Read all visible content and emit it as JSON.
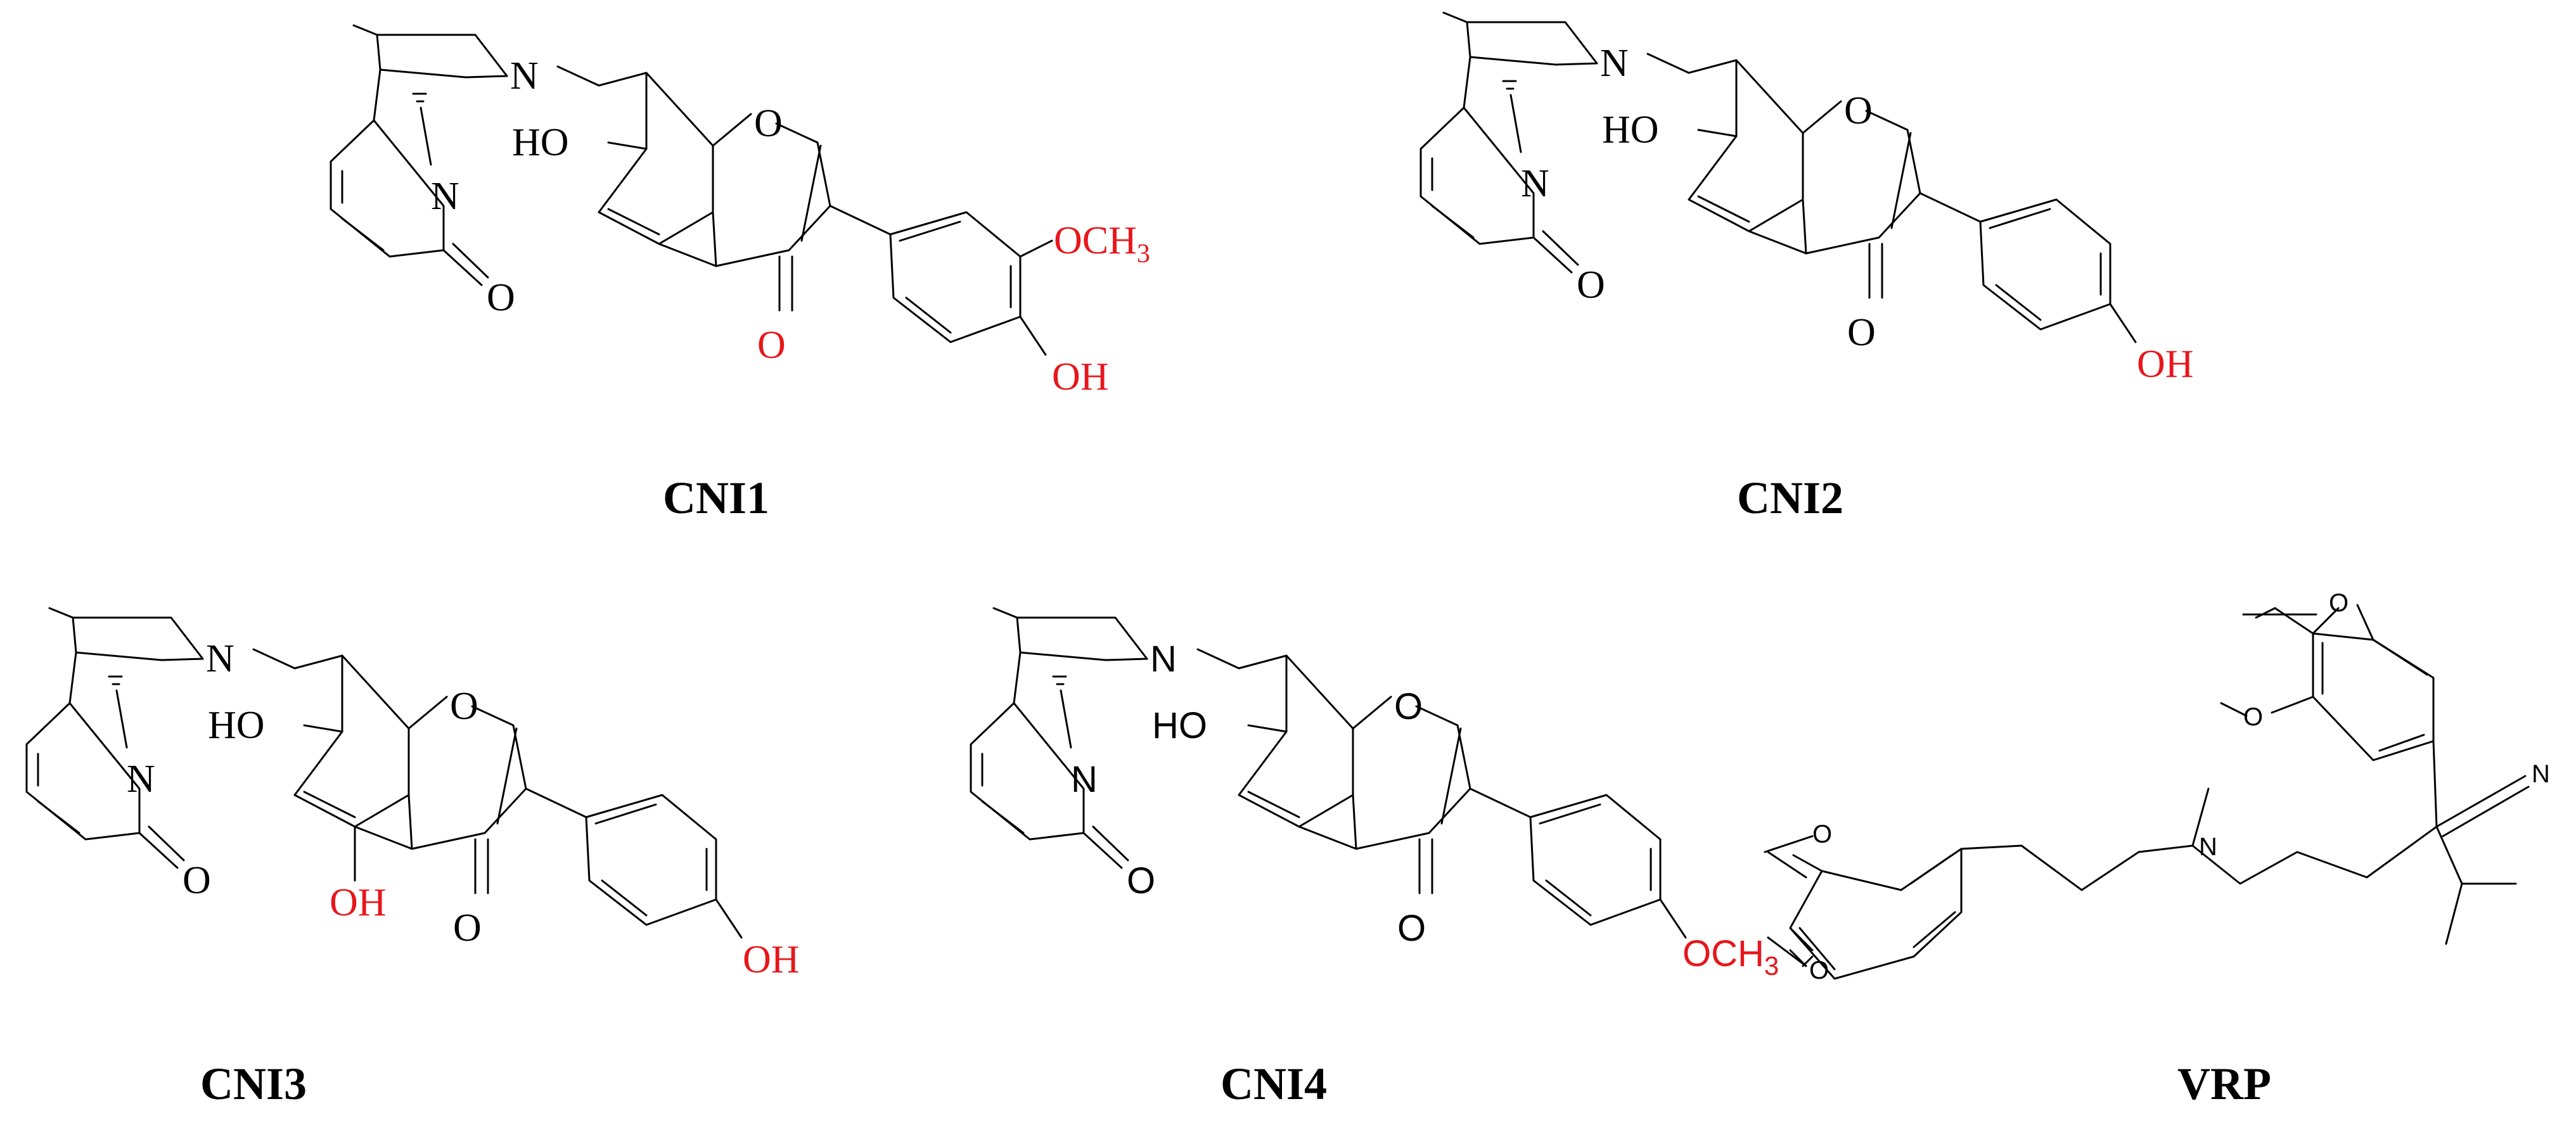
{
  "colors": {
    "highlight": "#e8161b",
    "bond": "#000000"
  },
  "compounds": [
    {
      "label": "CNI1",
      "atoms": {
        "n_amine": "N",
        "n_lactam": "N",
        "lactam_o": "O",
        "hydroxyl": "HO",
        "ring_o": "O",
        "keto_o": "O",
        "sub_a_main": "OCH",
        "sub_a_index": "3",
        "sub_b": "OH"
      }
    },
    {
      "label": "CNI2",
      "atoms": {
        "n_amine": "N",
        "n_lactam": "N",
        "lactam_o": "O",
        "hydroxyl": "HO",
        "ring_o": "O",
        "keto_o": "O",
        "sub_b": "OH"
      }
    },
    {
      "label": "CNI3",
      "atoms": {
        "n_amine": "N",
        "n_lactam": "N",
        "lactam_o": "O",
        "hydroxyl": "HO",
        "ring_o": "O",
        "keto_o": "O",
        "hydroxyl_5": "OH",
        "sub_b": "OH"
      }
    },
    {
      "label": "CNI4",
      "atoms": {
        "n_amine": "N",
        "n_lactam": "N",
        "lactam_o": "O",
        "hydroxyl": "HO",
        "ring_o": "O",
        "keto_o": "O",
        "sub_b_main": "OCH",
        "sub_b_index": "3"
      }
    },
    {
      "label": "VRP",
      "atoms": {
        "o1": "O",
        "o2": "O",
        "o3": "O",
        "o4": "O",
        "n_amine": "N",
        "n_nitrile": "N"
      }
    }
  ]
}
